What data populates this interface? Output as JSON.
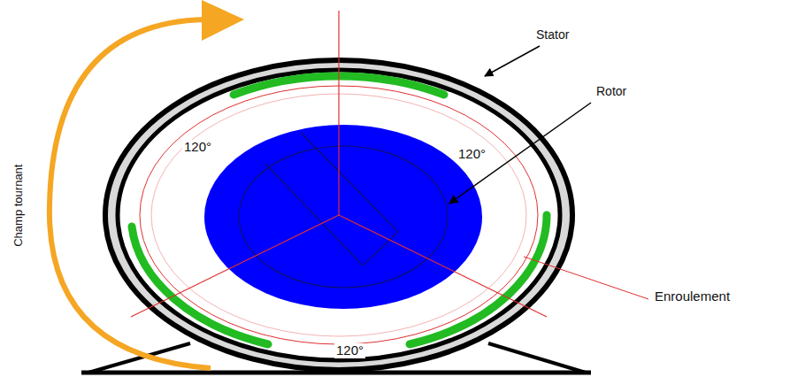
{
  "diagram": {
    "labels": [
      "Stator",
      "Rotor",
      "120°",
      "120°",
      "Enroulement",
      "120°",
      "Champ tournant"
    ]
  }
}
